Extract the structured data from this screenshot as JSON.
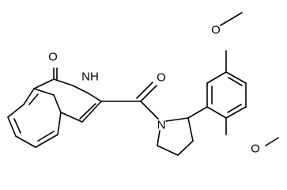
{
  "molecule": {
    "atom_labels": {
      "carbonyl_oxygen_ring": "O",
      "ring_nh": "NH",
      "amide_oxygen": "O",
      "pyrrolidine_nitrogen": "N",
      "methoxy_oxygen_top": "O",
      "methoxy_oxygen_bottom": "O"
    },
    "colors": {
      "bond": "#000000",
      "label": "#000000",
      "background": "#ffffff"
    }
  }
}
